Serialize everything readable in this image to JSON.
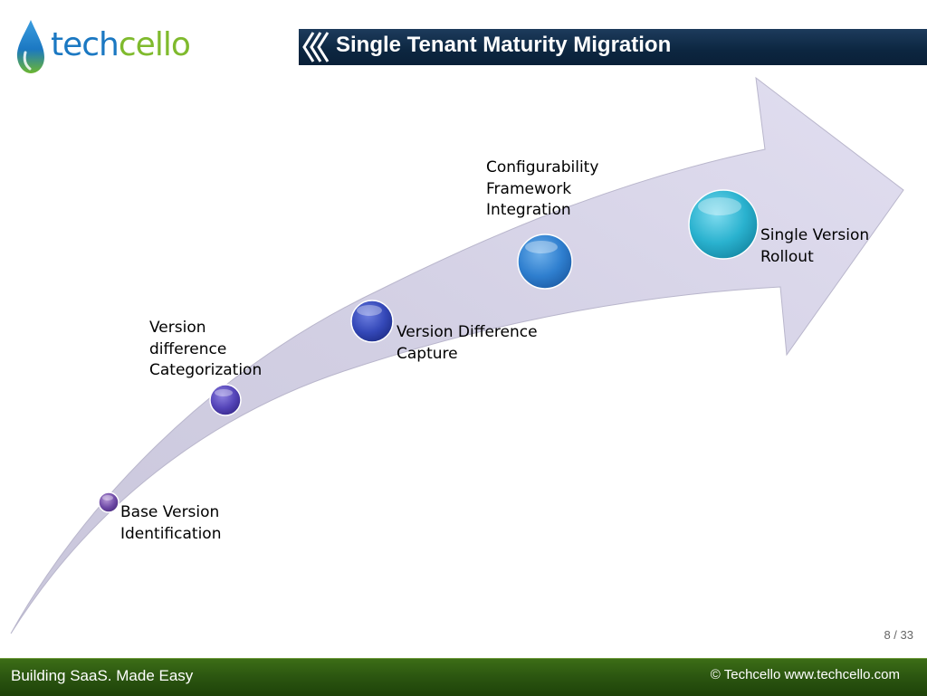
{
  "brand": {
    "name_part1": "tech",
    "name_part2": "cello",
    "logo_icon": "water-drop-icon"
  },
  "header": {
    "title": "Single Tenant Maturity Migration",
    "chevron_icon": "double-chevron-left-icon"
  },
  "diagram": {
    "type": "curved-arrow-process",
    "steps": [
      {
        "label": "Base Version\nIdentification"
      },
      {
        "label": "Version\ndifference\nCategorization"
      },
      {
        "label": "Version Difference\nCapture"
      },
      {
        "label": "Configurability\nFramework\nIntegration"
      },
      {
        "label": "Single Version\nRollout"
      }
    ]
  },
  "page_indicator": "8 / 33",
  "footer": {
    "tagline": "Building SaaS. Made Easy",
    "copyright": "© Techcello www.techcello.com"
  },
  "colors": {
    "title_bar": "#0c2640",
    "footer": "#2b5510",
    "arrow": "#d4d1e6",
    "logo_blue": "#1b78c2",
    "logo_green": "#7fba2d"
  }
}
